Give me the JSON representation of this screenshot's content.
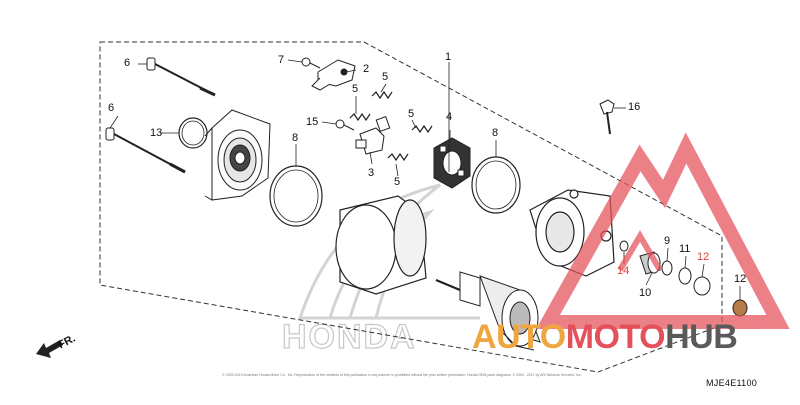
{
  "diagram": {
    "part_labels": [
      {
        "id": "label-1",
        "text": "1",
        "red": false
      },
      {
        "id": "label-2",
        "text": "2",
        "red": false
      },
      {
        "id": "label-3",
        "text": "3",
        "red": false
      },
      {
        "id": "label-4",
        "text": "4",
        "red": false
      },
      {
        "id": "label-5a",
        "text": "5",
        "red": false
      },
      {
        "id": "label-5b",
        "text": "5",
        "red": false
      },
      {
        "id": "label-5c",
        "text": "5",
        "red": false
      },
      {
        "id": "label-5d",
        "text": "5",
        "red": false
      },
      {
        "id": "label-6a",
        "text": "6",
        "red": false
      },
      {
        "id": "label-6b",
        "text": "6",
        "red": false
      },
      {
        "id": "label-7",
        "text": "7",
        "red": false
      },
      {
        "id": "label-8a",
        "text": "8",
        "red": false
      },
      {
        "id": "label-8b",
        "text": "8",
        "red": false
      },
      {
        "id": "label-9",
        "text": "9",
        "red": false
      },
      {
        "id": "label-10",
        "text": "10",
        "red": false
      },
      {
        "id": "label-11",
        "text": "11",
        "red": false
      },
      {
        "id": "label-12a",
        "text": "12",
        "red": true
      },
      {
        "id": "label-12b",
        "text": "12",
        "red": false
      },
      {
        "id": "label-13",
        "text": "13",
        "red": false
      },
      {
        "id": "label-14",
        "text": "14",
        "red": true
      },
      {
        "id": "label-15",
        "text": "15",
        "red": false
      },
      {
        "id": "label-16",
        "text": "16",
        "red": false
      }
    ],
    "direction_label": "FR.",
    "diagram_code": "MJE4E1100",
    "copyright": "© 2003-2019 American Honda Motor Co., Inc. Reproduction of the contents of this publication in any manner is prohibited without the prior written permission. Honda OEM parts diagrams. © 2004 - 2017 by ARI Network Services, Inc.",
    "background_watermark": "HONDA",
    "overlay_watermark": {
      "part1": "A",
      "part2": "UTO",
      "part3": "MOTO",
      "part4": "HUB"
    },
    "colors": {
      "line": "#222222",
      "red": "#e0403c",
      "orange": "#f0a640",
      "gray": "#5a5a5a"
    }
  }
}
